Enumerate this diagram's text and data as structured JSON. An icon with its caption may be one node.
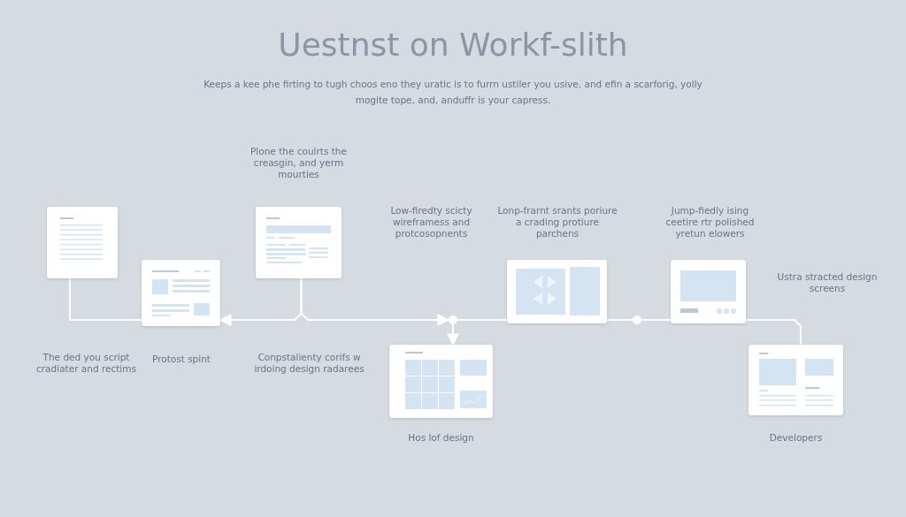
{
  "diagram": {
    "title": "Uestnst on Workf-slith",
    "nodes": [
      {
        "text": [],
        "shape": "picture"
      },
      {
        "text": [],
        "shape": "picture",
        "beside": [
          "Protost spint"
        ]
      },
      {
        "text": [],
        "shape": "picture",
        "beside": [
          "Plone the coulrts the creasgin, and yerm mourties"
        ]
      },
      {
        "text": [],
        "shape": "circle"
      },
      {
        "text": [],
        "shape": "picture",
        "beside": [
          "Hos lof design"
        ]
      },
      {
        "text": [],
        "shape": "picture",
        "beside": [
          "Lonp-frarnt srants poriure a crading protiure parchens"
        ]
      },
      {
        "text": [],
        "shape": "circle"
      },
      {
        "text": [],
        "shape": "picture",
        "beside": [
          "Jump-fiedly ising ceetire rtr polished yretun elowers"
        ]
      },
      {
        "text": [],
        "shape": "picture",
        "beside": [
          "Developers"
        ]
      }
    ],
    "edges": [
      {
        "from": 0,
        "to": 1,
        "arrow": "none"
      },
      {
        "from": 2,
        "to": 1,
        "arrow": "to"
      },
      {
        "from": 2,
        "to": 3,
        "arrow": "to"
      },
      {
        "from": 3,
        "to": 4,
        "arrow": "to"
      },
      {
        "from": 3,
        "to": 5,
        "arrow": "none"
      },
      {
        "from": 5,
        "to": 6,
        "arrow": "none"
      },
      {
        "from": 6,
        "to": 7,
        "arrow": "none"
      },
      {
        "from": 7,
        "to": 8,
        "arrow": "none"
      }
    ],
    "labels": [
      "Keeps a kee phe firting to tugh choos eno they uratic is to furrn ustiler you usive, and efin a scarforig, yolly mogite tope, and, anduffr is your capress.",
      "Low-firedty scicty wireframess and protcosopnents",
      "Ustra stracted design screens",
      "The ded you script cradiater and rectims",
      "Conpstalienty corifs w irdoing design radarees"
    ]
  }
}
